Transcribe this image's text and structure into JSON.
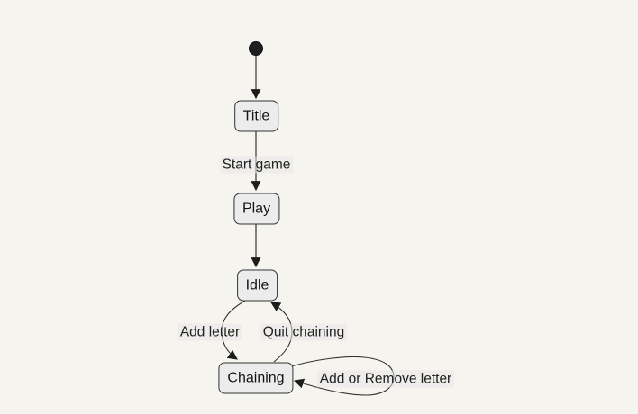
{
  "diagram": {
    "kind": "state-diagram",
    "colors": {
      "background": "#f5f4ef",
      "node_fill": "#ececec",
      "node_border": "#333333",
      "edge_line": "#333333",
      "arrowhead": "#1c1c1c",
      "initial_dot": "#1e1e1e",
      "text": "#222222",
      "edge_label_bg": "#e8e8e8"
    },
    "states": [
      {
        "id": "title",
        "label": "Title"
      },
      {
        "id": "play",
        "label": "Play"
      },
      {
        "id": "idle",
        "label": "Idle"
      },
      {
        "id": "chaining",
        "label": "Chaining"
      }
    ],
    "transitions": [
      {
        "from": "initial",
        "to": "title",
        "label": ""
      },
      {
        "from": "title",
        "to": "play",
        "label": "Start game"
      },
      {
        "from": "play",
        "to": "idle",
        "label": ""
      },
      {
        "from": "idle",
        "to": "chaining",
        "label": "Add letter"
      },
      {
        "from": "chaining",
        "to": "idle",
        "label": "Quit chaining"
      },
      {
        "from": "chaining",
        "to": "chaining",
        "label": "Add or Remove letter"
      }
    ]
  }
}
